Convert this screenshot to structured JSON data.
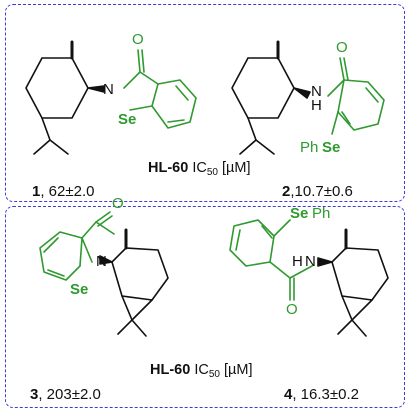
{
  "assays": {
    "top": {
      "cell_line": "HL-60",
      "metric": "IC",
      "subscript": "50",
      "unit": "[µM]"
    },
    "bottom": {
      "cell_line": "HL-60",
      "metric": "IC",
      "subscript": "50",
      "unit": "[µM]"
    }
  },
  "compounds": [
    {
      "number": "1",
      "value": ", 62±2.0"
    },
    {
      "number": "2",
      "value": ",10.7±0.6"
    },
    {
      "number": "3",
      "value": ", 203±2.0"
    },
    {
      "number": "4",
      "value": ", 16.3±0.2"
    }
  ],
  "atoms": {
    "c1_N": "N",
    "c1_Se": "Se",
    "c1_O": "O",
    "c2_NH": "H",
    "c2_N": "N",
    "c2_O": "O",
    "c2_Ph": "Ph",
    "c2_Se": "Se",
    "c3_N": "N",
    "c3_Se": "Se",
    "c3_O": "O",
    "c4_Se": "Se",
    "c4_Ph": "Ph",
    "c4_NH": "H",
    "c4_N": "N",
    "c4_O": "O"
  },
  "colors": {
    "frame": "#3b3bd6",
    "selenium_moiety": "#2f9a2f",
    "skeleton": "#111111"
  }
}
